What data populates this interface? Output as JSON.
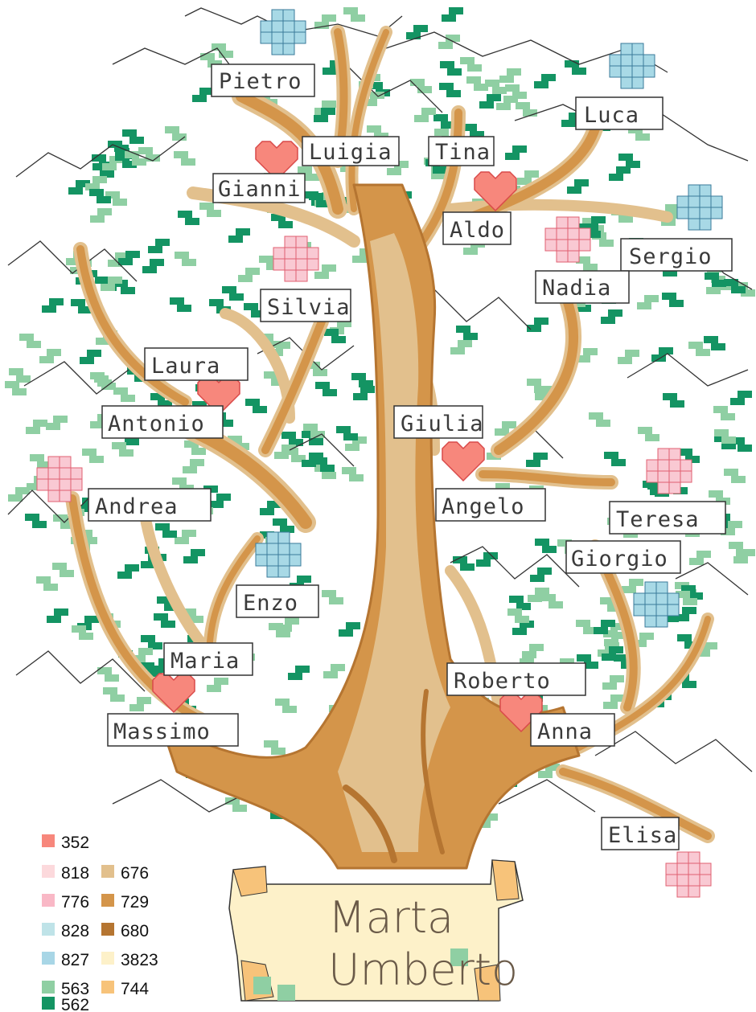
{
  "colors": {
    "leaf_light": "#8fcfa3",
    "leaf_dark": "#149463",
    "trunk_light": "#e2c08d",
    "trunk_mid": "#d4954a",
    "trunk_dark": "#b57531",
    "heart": "#f7877c",
    "heart_outline": "#d94a4a",
    "pink_puzzle": "#f9c9d3",
    "pink_outline": "#e06070",
    "blue_puzzle": "#a8d9e6",
    "blue_outline": "#3a7a9a",
    "scroll": "#fdf1c9",
    "scroll_shade": "#f7c37a",
    "backstitch": "#333333"
  },
  "names": {
    "pietro": "Pietro",
    "luigia": "Luigia",
    "tina": "Tina",
    "luca": "Luca",
    "gianni": "Gianni",
    "aldo": "Aldo",
    "sergio": "Sergio",
    "nadia": "Nadia",
    "silvia": "Silvia",
    "laura": "Laura",
    "antonio": "Antonio",
    "giulia": "Giulia",
    "andrea": "Andrea",
    "angelo": "Angelo",
    "teresa": "Teresa",
    "giorgio": "Giorgio",
    "enzo": "Enzo",
    "maria": "Maria",
    "roberto": "Roberto",
    "anna": "Anna",
    "massimo": "Massimo",
    "elisa": "Elisa"
  },
  "scroll": {
    "line1": "Marta",
    "line2": "Umberto"
  },
  "legend": {
    "left": [
      {
        "code": "352",
        "color": "#f7877c"
      },
      {
        "code": "818",
        "color": "#fcd9dc"
      },
      {
        "code": "776",
        "color": "#f9b8c6"
      },
      {
        "code": "828",
        "color": "#bfe3e8"
      },
      {
        "code": "827",
        "color": "#a8d6e6"
      },
      {
        "code": "563",
        "color": "#8fcfa3"
      },
      {
        "code": "562",
        "color": "#149463"
      }
    ],
    "right": [
      {
        "code": "676",
        "color": "#e2c08d"
      },
      {
        "code": "729",
        "color": "#d4954a"
      },
      {
        "code": "680",
        "color": "#b57531"
      },
      {
        "code": "3823",
        "color": "#fdf1c9"
      },
      {
        "code": "744",
        "color": "#f7c37a"
      }
    ]
  }
}
